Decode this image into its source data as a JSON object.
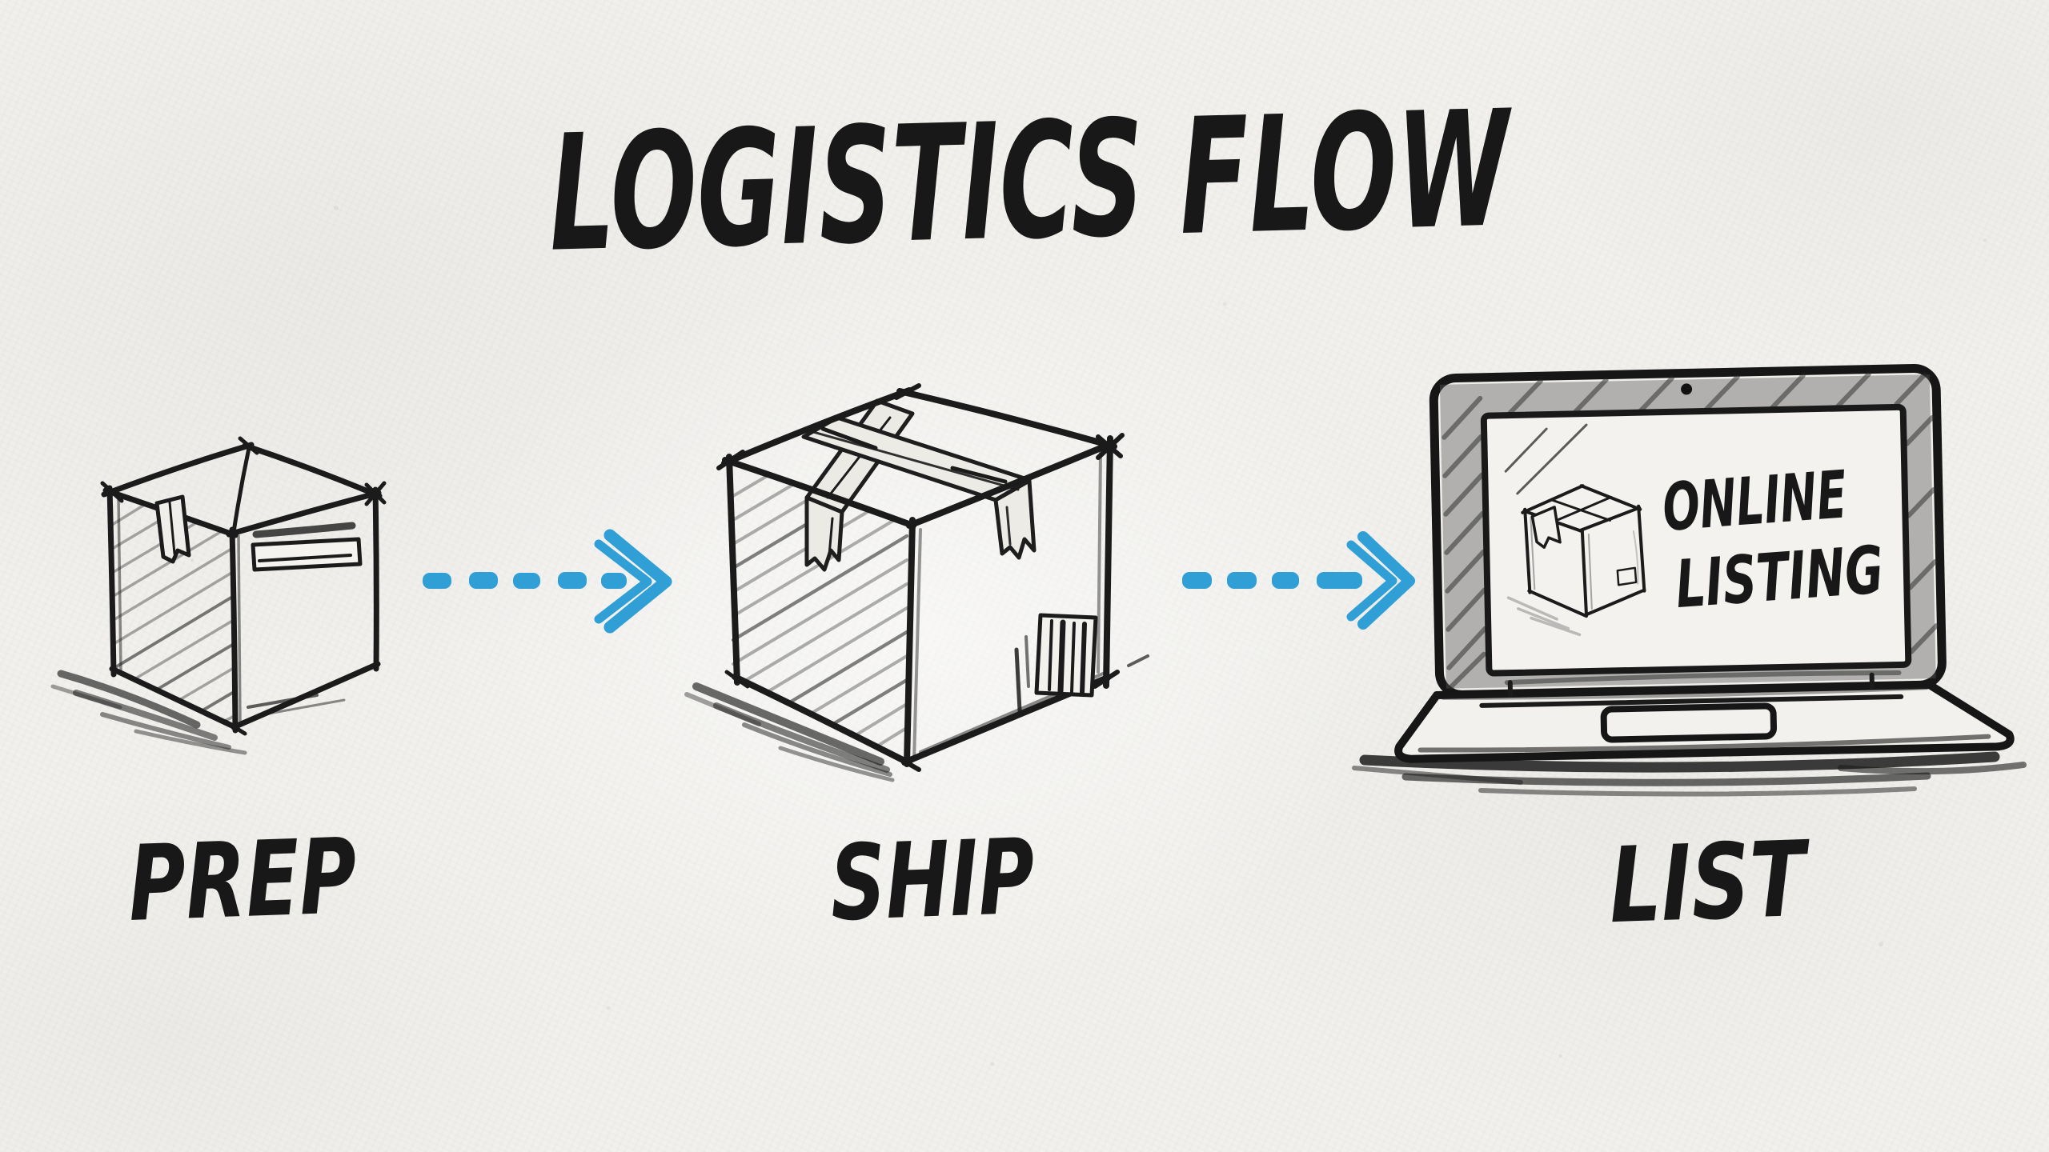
{
  "title": "LOGISTICS FLOW",
  "steps": [
    {
      "id": "prep",
      "label": "PREP",
      "illustration": "small-cardboard-box-sketch"
    },
    {
      "id": "ship",
      "label": "SHIP",
      "illustration": "taped-cardboard-box-with-barcode-sketch"
    },
    {
      "id": "list",
      "label": "LIST",
      "illustration": "laptop-with-box-on-screen-sketch"
    }
  ],
  "laptop_screen": {
    "line1": "ONLINE",
    "line2": "LISTING"
  },
  "connectors": [
    {
      "from": "PREP",
      "to": "SHIP",
      "style": "dashed-arrow"
    },
    {
      "from": "SHIP",
      "to": "LIST",
      "style": "dashed-arrow"
    }
  ],
  "style": {
    "arrow_blue": "#2f9fd6",
    "ink": "#1b1b1b",
    "paper": "#f1f0ed"
  }
}
